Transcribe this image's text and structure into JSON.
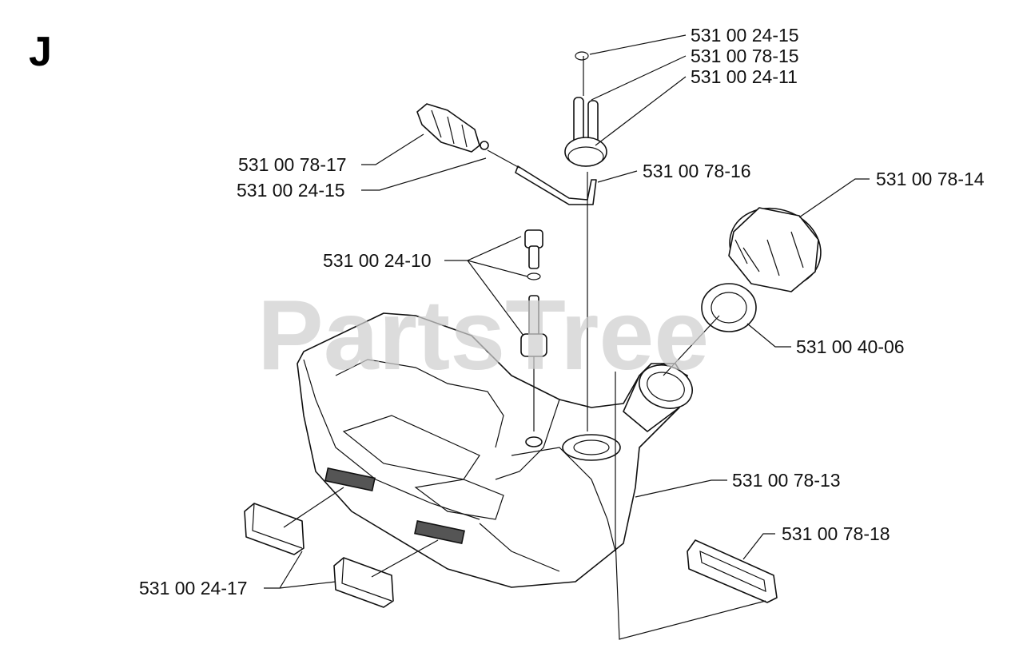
{
  "section_letter": "J",
  "watermark": "PartsTree",
  "part_labels": {
    "cap_clip": "531 00 24-15",
    "vent_hoses": "531 00 78-15",
    "grommet": "531 00 24-11",
    "fuel_filter": "531 00 78-17",
    "filter_clip": "531 00 24-15",
    "fuel_line": "531 00 78-16",
    "tank_cap": "531 00 78-14",
    "valve_assembly": "531 00 24-10",
    "cap_gasket": "531 00 40-06",
    "fuel_tank": "531 00 78-13",
    "damper_rear": "531 00 78-18",
    "dampers_front": "531 00 24-17"
  }
}
